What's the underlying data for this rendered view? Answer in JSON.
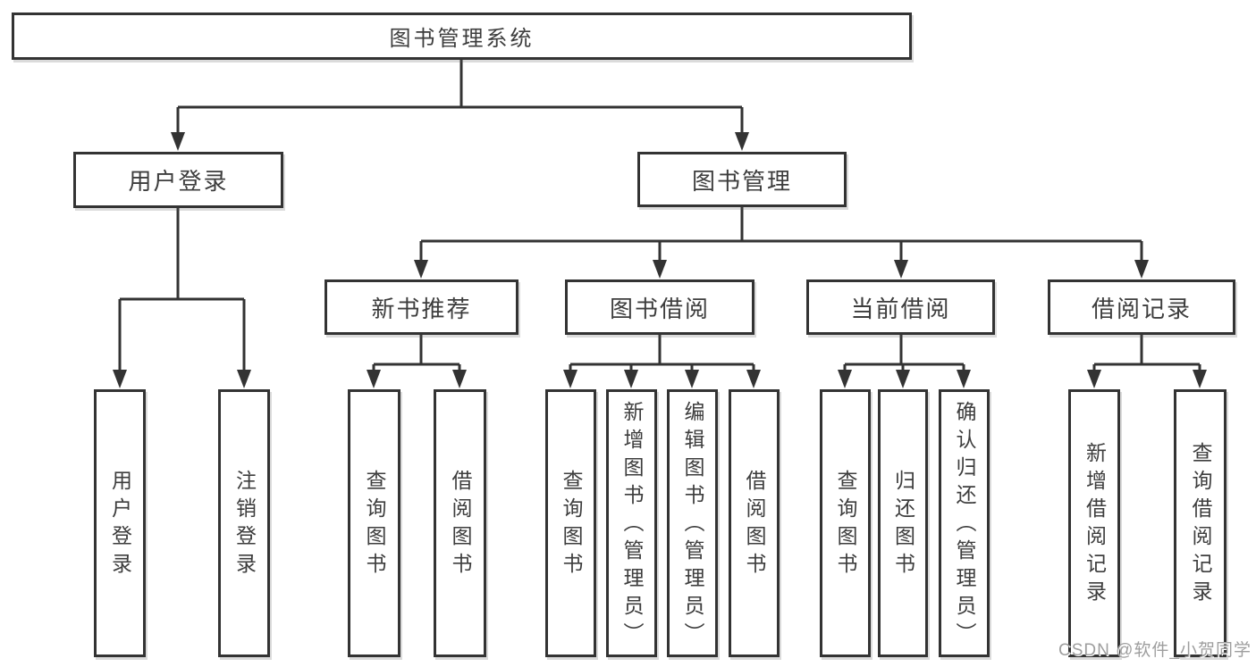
{
  "watermark": "CSDN @软件_小贺同学",
  "colors": {
    "line": "#333333",
    "text": "#3d3d3d",
    "watermark": "#9e9e9e",
    "background": "#ffffff"
  },
  "tree": {
    "root": "图书管理系统",
    "branches": [
      {
        "label": "用户登录",
        "leaves": [
          "用户登录",
          "注销登录"
        ]
      },
      {
        "label": "图书管理",
        "sections": [
          {
            "label": "新书推荐",
            "leaves": [
              "查询图书",
              "借阅图书"
            ]
          },
          {
            "label": "图书借阅",
            "leaves": [
              "查询图书",
              "新增图书（管理员）",
              "编辑图书（管理员）",
              "借阅图书"
            ]
          },
          {
            "label": "当前借阅",
            "leaves": [
              "查询图书",
              "归还图书",
              "确认归还（管理员）"
            ]
          },
          {
            "label": "借阅记录",
            "leaves": [
              "新增借阅记录",
              "查询借阅记录"
            ]
          }
        ]
      }
    ]
  }
}
